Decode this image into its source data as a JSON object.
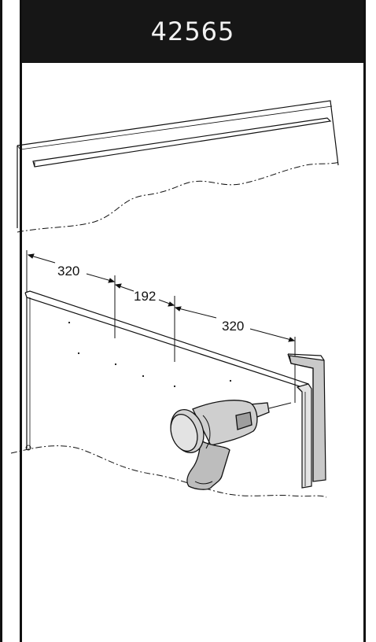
{
  "header": {
    "part_number": "42565"
  },
  "dimensions": {
    "left": "320",
    "middle": "192",
    "right": "320"
  },
  "icons": [
    "drill-icon"
  ]
}
